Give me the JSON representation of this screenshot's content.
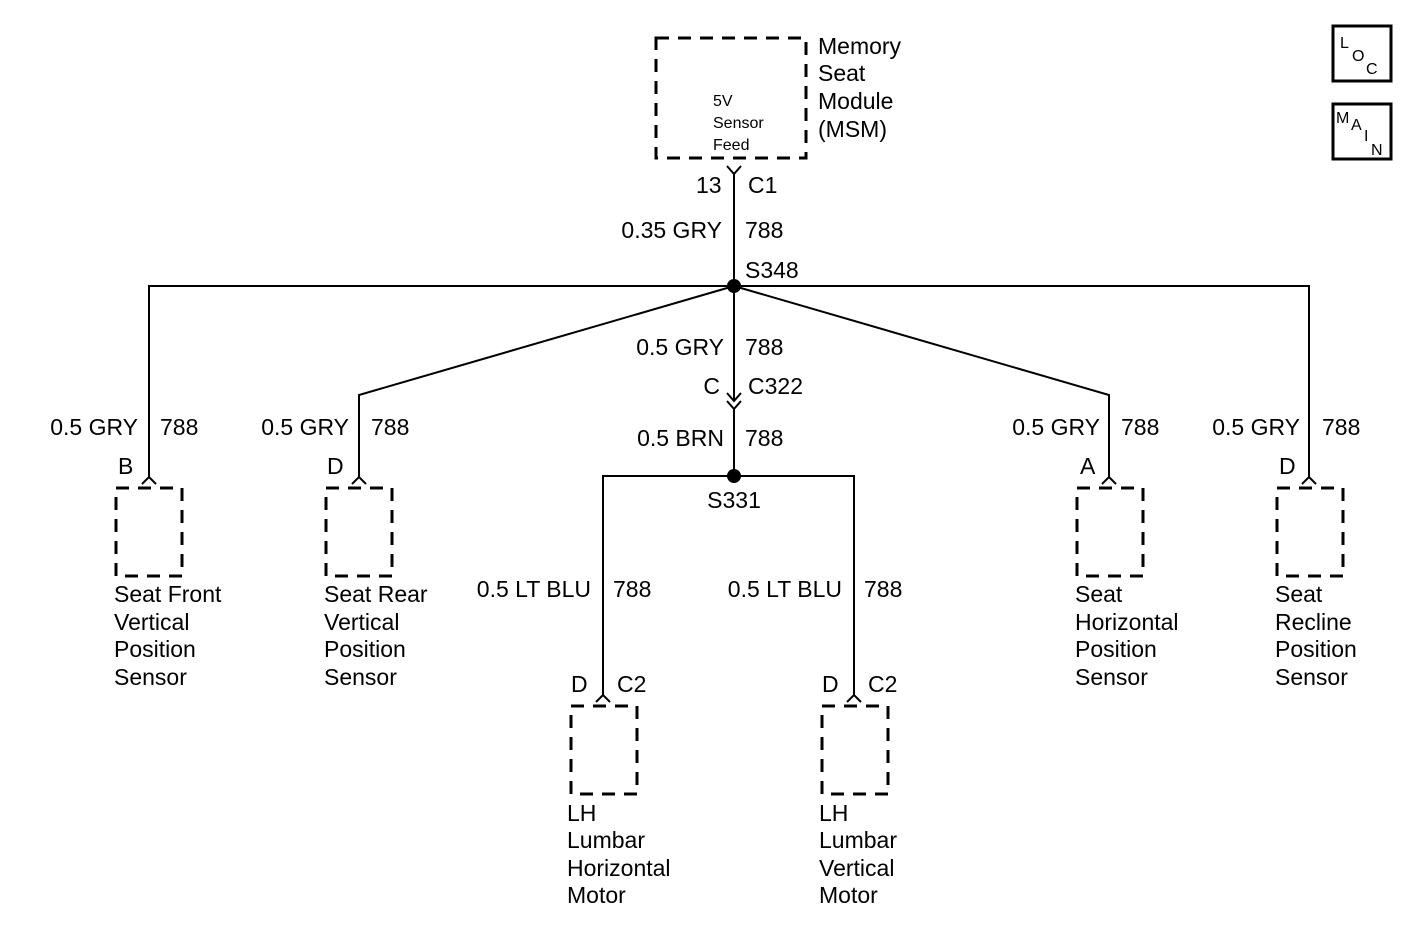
{
  "module": {
    "name_lines": [
      "Memory",
      "Seat",
      "Module",
      "(MSM)"
    ],
    "internal_lines": [
      "5V",
      "Sensor",
      "Feed"
    ],
    "pin": "13",
    "connector": "C1"
  },
  "trunk_wire": {
    "gauge_color": "0.35 GRY",
    "circuit": "788"
  },
  "splice_top": "S348",
  "center_wire": {
    "gauge_color": "0.5 GRY",
    "circuit": "788"
  },
  "inline_connector": {
    "pin": "C",
    "name": "C322"
  },
  "lower_wire": {
    "gauge_color": "0.5 BRN",
    "circuit": "788"
  },
  "splice_bottom": "S331",
  "sensors": [
    {
      "gauge_color": "0.5 GRY",
      "circuit": "788",
      "pin": "B",
      "name_lines": [
        "Seat Front",
        "Vertical",
        "Position",
        "Sensor"
      ]
    },
    {
      "gauge_color": "0.5 GRY",
      "circuit": "788",
      "pin": "D",
      "name_lines": [
        "Seat Rear",
        "Vertical",
        "Position",
        "Sensor"
      ]
    },
    {
      "gauge_color": "0.5 GRY",
      "circuit": "788",
      "pin": "A",
      "name_lines": [
        "Seat",
        "Horizontal",
        "Position",
        "Sensor"
      ]
    },
    {
      "gauge_color": "0.5 GRY",
      "circuit": "788",
      "pin": "D",
      "name_lines": [
        "Seat",
        "Recline",
        "Position",
        "Sensor"
      ]
    }
  ],
  "motors": [
    {
      "gauge_color": "0.5 LT BLU",
      "circuit": "788",
      "pin": "D",
      "connector": "C2",
      "name_lines": [
        "LH",
        "Lumbar",
        "Horizontal",
        "Motor"
      ]
    },
    {
      "gauge_color": "0.5 LT BLU",
      "circuit": "788",
      "pin": "D",
      "connector": "C2",
      "name_lines": [
        "LH",
        "Lumbar",
        "Vertical",
        "Motor"
      ]
    }
  ],
  "icons": {
    "loc": [
      "L",
      "O",
      "C"
    ],
    "main": [
      "M",
      "A",
      "I",
      "N"
    ]
  }
}
